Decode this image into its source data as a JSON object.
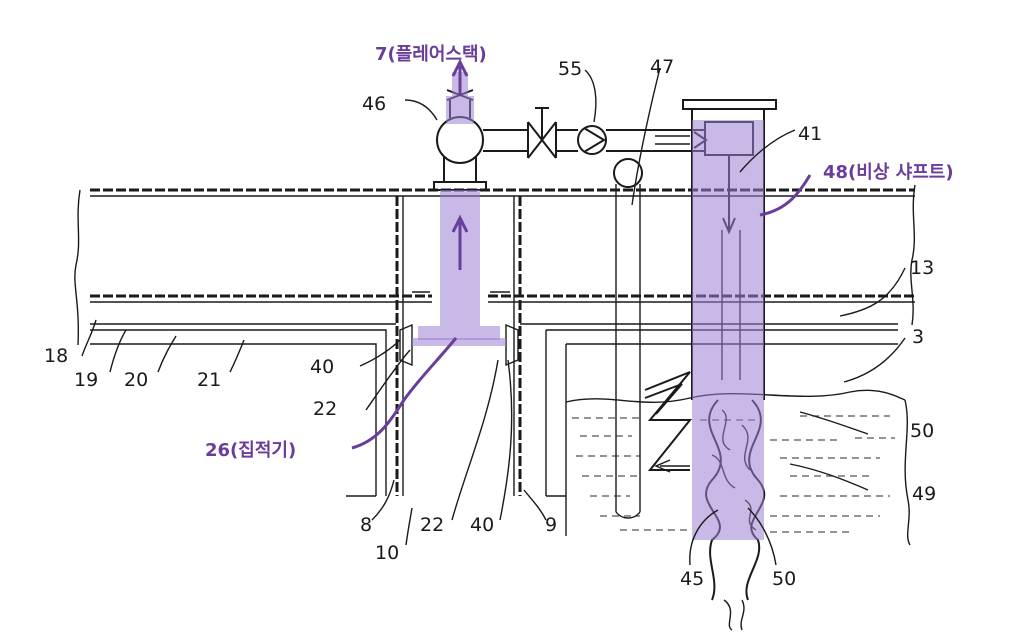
{
  "colors": {
    "highlight": "#9b7fd1",
    "annotation": "#6a3d9a",
    "ink": "#1a1a1a"
  },
  "labels": {
    "l7": "7(플레어스택)",
    "l46": "46",
    "l55": "55",
    "l47": "47",
    "l41": "41",
    "l48": "48(비상 샤프트)",
    "l13": "13",
    "l3": "3",
    "l18": "18",
    "l19": "19",
    "l20": "20",
    "l21": "21",
    "l40a": "40",
    "l22a": "22",
    "l26": "26(집적기)",
    "l8": "8",
    "l10": "10",
    "l22b": "22",
    "l40b": "40",
    "l9": "9",
    "l50a": "50",
    "l49": "49",
    "l45": "45",
    "l50b": "50"
  }
}
